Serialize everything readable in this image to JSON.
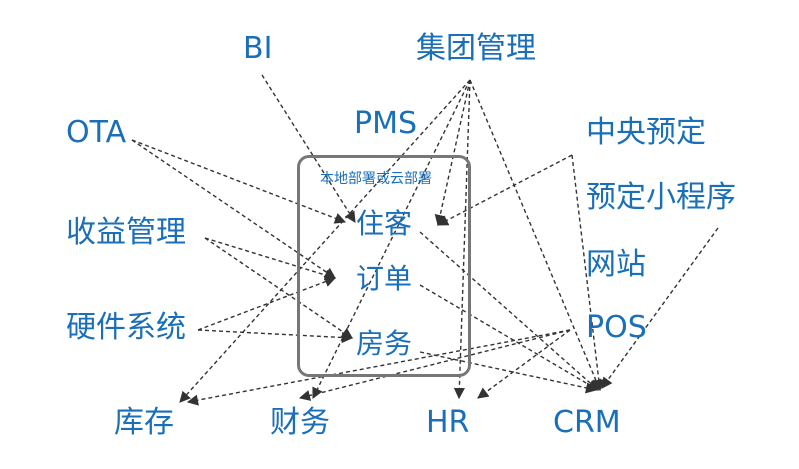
{
  "nodes": {
    "bi": "BI",
    "group_mgmt": "集团管理",
    "pms": "PMS",
    "ota": "OTA",
    "central_booking": "中央预定",
    "mini_program": "预定小程序",
    "revenue_mgmt": "收益管理",
    "website": "网站",
    "hardware": "硬件系统",
    "pos": "POS",
    "inventory": "库存",
    "finance": "财务",
    "hr": "HR",
    "crm": "CRM",
    "guest": "住客",
    "order": "订单",
    "housekeeping": "房务"
  },
  "group": {
    "label": "本地部署或云部署"
  },
  "colors": {
    "text": "#1a6fb8",
    "edge": "#333333",
    "box": "#777777"
  }
}
